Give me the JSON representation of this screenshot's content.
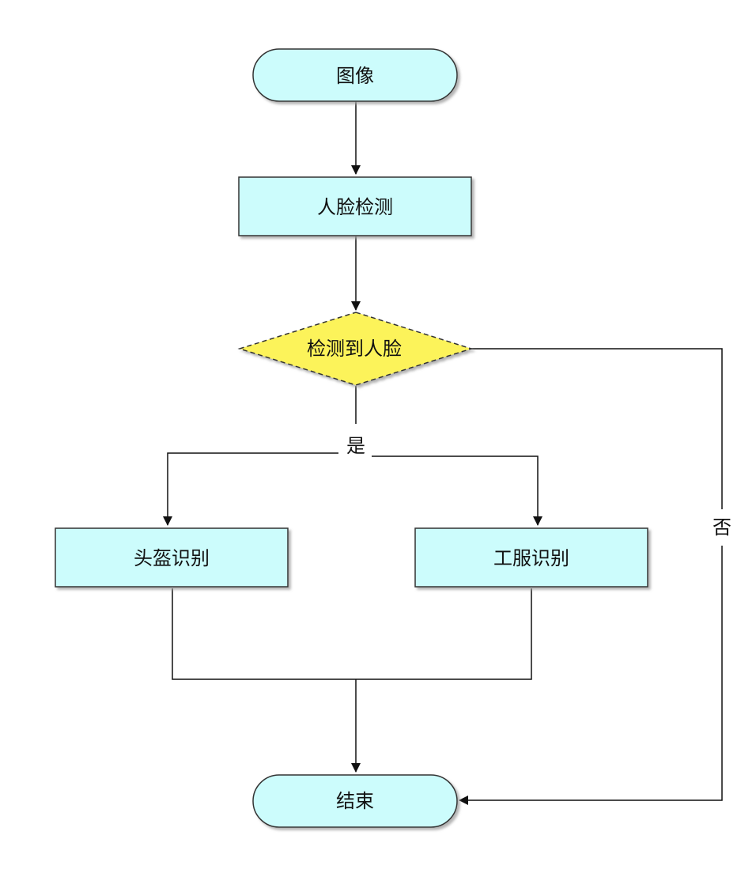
{
  "diagram": {
    "nodes": {
      "image": {
        "label": "图像",
        "shape": "terminal"
      },
      "face_detect": {
        "label": "人脸检测",
        "shape": "process"
      },
      "face_found": {
        "label": "检测到人脸",
        "shape": "decision"
      },
      "helmet": {
        "label": "头盔识别",
        "shape": "process"
      },
      "uniform": {
        "label": "工服识别",
        "shape": "process"
      },
      "end": {
        "label": "结束",
        "shape": "terminal"
      }
    },
    "edge_labels": {
      "yes": "是",
      "no": "否"
    },
    "colors": {
      "box_fill": "#ccfcfc",
      "decision_fill": "#fcf35a",
      "line": "#111111",
      "shadow": "#b8b8b8"
    }
  }
}
